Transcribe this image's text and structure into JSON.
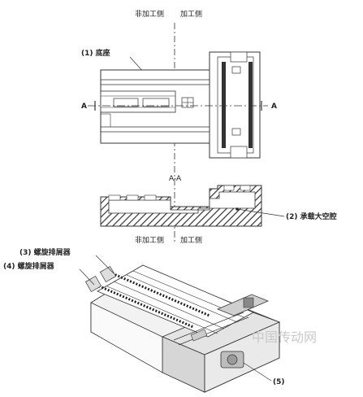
{
  "top_section": {
    "side_left": "非加工侧",
    "side_right": "加工侧",
    "label_base": "(1) 底座",
    "section_mark_left": "A",
    "section_mark_right": "A"
  },
  "middle_section": {
    "section_title": "A-A",
    "label_cavity": "(2) 承载大空腔",
    "side_left": "非加工侧",
    "side_right": "加工侧"
  },
  "bottom_section": {
    "label_chip_3": "(3) 螺旋排屑器",
    "label_chip_4": "(4) 螺旋排屑器",
    "label_5": "(5) ",
    "watermark": "中国传动网"
  }
}
